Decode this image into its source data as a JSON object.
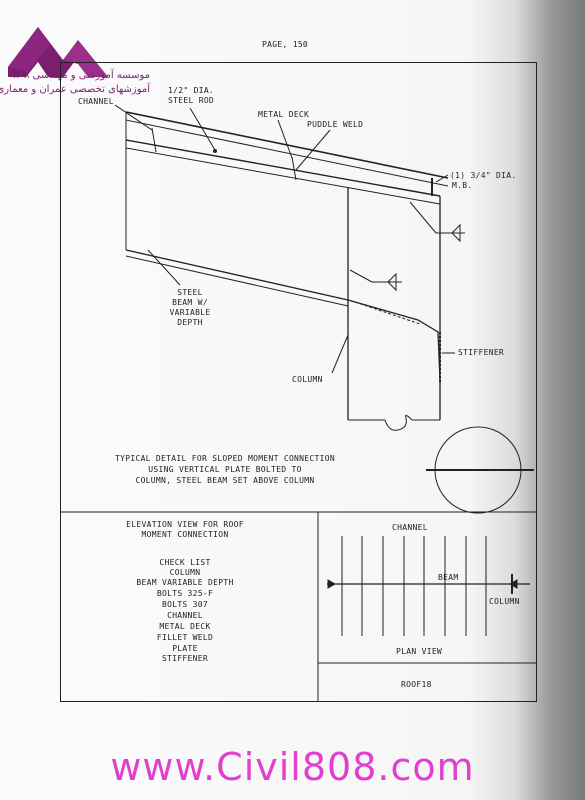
{
  "header": {
    "page_number": "PAGE, 150"
  },
  "logo": {
    "line1": "موسسه آموزشی و مهندسی ۸۰۸",
    "line2": "آموزشهای تخصصی عمران و معماری"
  },
  "callouts": {
    "channel": "CHANNEL",
    "steel_rod_1": "1/2\" DIA.",
    "steel_rod_2": "STEEL ROD",
    "metal_deck": "METAL DECK",
    "puddle_weld": "PUDDLE WELD",
    "mb_1": "(1) 3/4\" DIA.",
    "mb_2": "M.B.",
    "steel_beam_1": "STEEL",
    "steel_beam_2": "BEAM W/",
    "steel_beam_3": "VARIABLE",
    "steel_beam_4": "DEPTH",
    "stiffener": "STIFFENER",
    "column": "COLUMN"
  },
  "caption": {
    "line1": "TYPICAL DETAIL FOR SLOPED MOMENT CONNECTION",
    "line2": "USING VERTICAL PLATE BOLTED TO",
    "line3": "COLUMN, STEEL BEAM SET ABOVE COLUMN"
  },
  "elevation_title": {
    "line1": "ELEVATION VIEW FOR ROOF",
    "line2": "MOMENT CONNECTION"
  },
  "checklist": {
    "title": "CHECK LIST",
    "items": [
      "COLUMN",
      "BEAM VARIABLE DEPTH",
      "BOLTS 325-F",
      "BOLTS 307",
      "CHANNEL",
      "METAL DECK",
      "FILLET WELD",
      "PLATE",
      "STIFFENER"
    ]
  },
  "plan": {
    "channel": "CHANNEL",
    "beam": "BEAM",
    "column": "COLUMN",
    "title": "PLAN VIEW"
  },
  "sheet_code": "ROOF18",
  "footer": {
    "url": "www.Civil808.com"
  },
  "colors": {
    "logo": "#7a1f6e",
    "footer": "#e23fd0",
    "ink": "#222222"
  }
}
